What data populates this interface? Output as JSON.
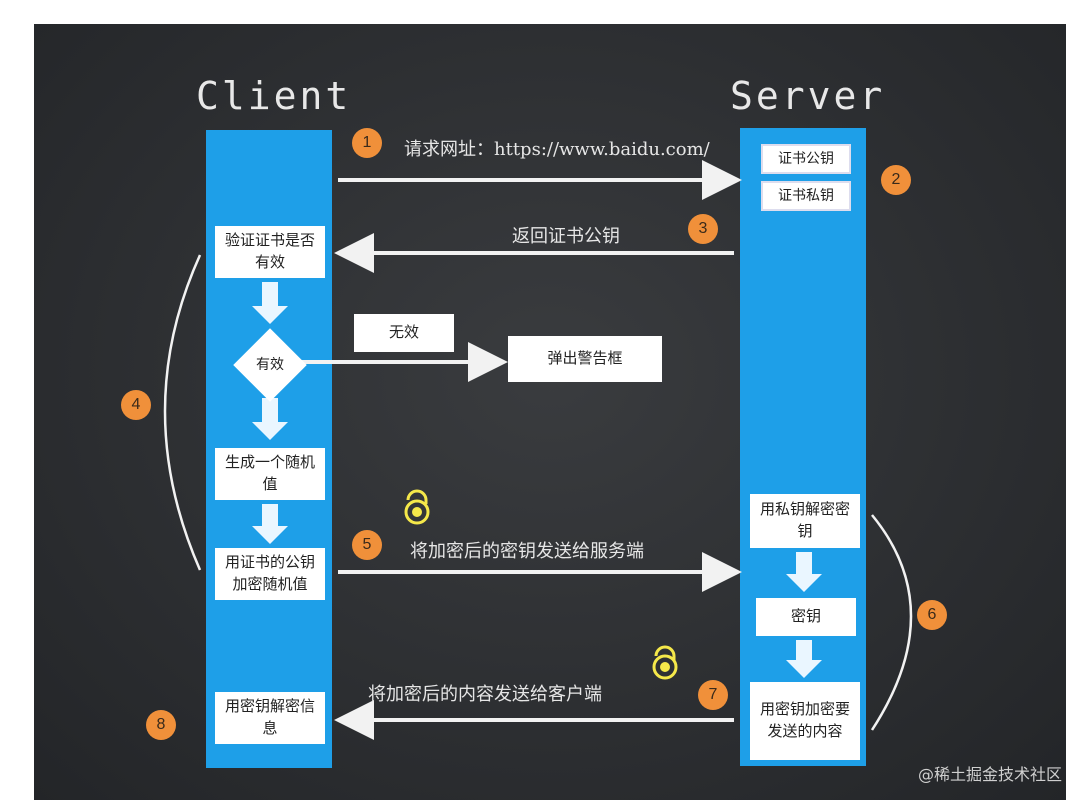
{
  "titles": {
    "client": "Client",
    "server": "Server"
  },
  "client_boxes": {
    "verify": "验证证书是否有效",
    "valid": "有效",
    "generate": "生成一个随机值",
    "encrypt": "用证书的公钥加密随机值",
    "decrypt_info": "用密钥解密信息"
  },
  "server_boxes": {
    "public_key": "证书公钥",
    "private_key": "证书私钥",
    "decrypt_key": "用私钥解密密钥",
    "key": "密钥",
    "encrypt_content": "用密钥加密要发送的内容"
  },
  "middle": {
    "invalid": "无效",
    "alert": "弹出警告框"
  },
  "steps": {
    "s1": "请求网址：https://www.baidu.com/",
    "s3": "返回证书公钥",
    "s5": "将加密后的密钥发送给服务端",
    "s7": "将加密后的内容发送给客户端"
  },
  "badges": [
    "1",
    "2",
    "3",
    "4",
    "5",
    "6",
    "7",
    "8"
  ],
  "colors": {
    "board": "#2c2e31",
    "column": "#1e9fe8",
    "badge": "#f0903a",
    "lock": "#f5e84a"
  },
  "watermark": "@稀土掘金技术社区"
}
